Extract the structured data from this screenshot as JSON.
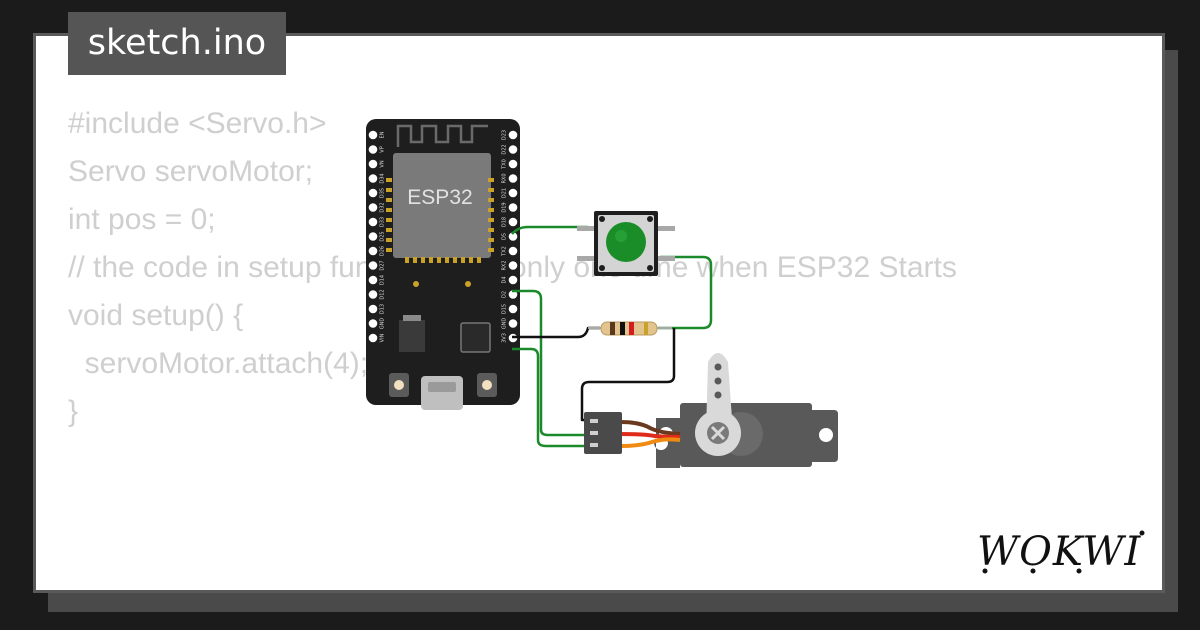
{
  "file": {
    "tab_label": "sketch.ino"
  },
  "code": {
    "lines": [
      "#include <Servo.h>",
      "",
      "Servo servoMotor;",
      "",
      "int pos = 0;",
      "// the code in setup function runs only one time when ESP32 Starts",
      "",
      "void setup() {",
      "  servoMotor.attach(4);",
      "}"
    ]
  },
  "board": {
    "chip_label": "ESP32",
    "left_pins": [
      "EN",
      "VP",
      "VN",
      "D34",
      "D35",
      "D32",
      "D33",
      "D25",
      "D26",
      "D27",
      "D14",
      "D12",
      "D13",
      "GND",
      "VIN"
    ],
    "right_pins": [
      "D23",
      "D22",
      "TX0",
      "RX0",
      "D21",
      "D19",
      "D18",
      "D5",
      "TX2",
      "RX2",
      "D4",
      "D2",
      "D15",
      "GND",
      "3V3"
    ]
  },
  "brand": {
    "logo": "WOKWI"
  },
  "colors": {
    "wire_green": "#1b8a2a",
    "button_green": "#1a8c28",
    "servo_body": "#595959",
    "board": "#1e1e1e",
    "code_text": "#cfcfcf",
    "tab_bg": "#555555"
  }
}
